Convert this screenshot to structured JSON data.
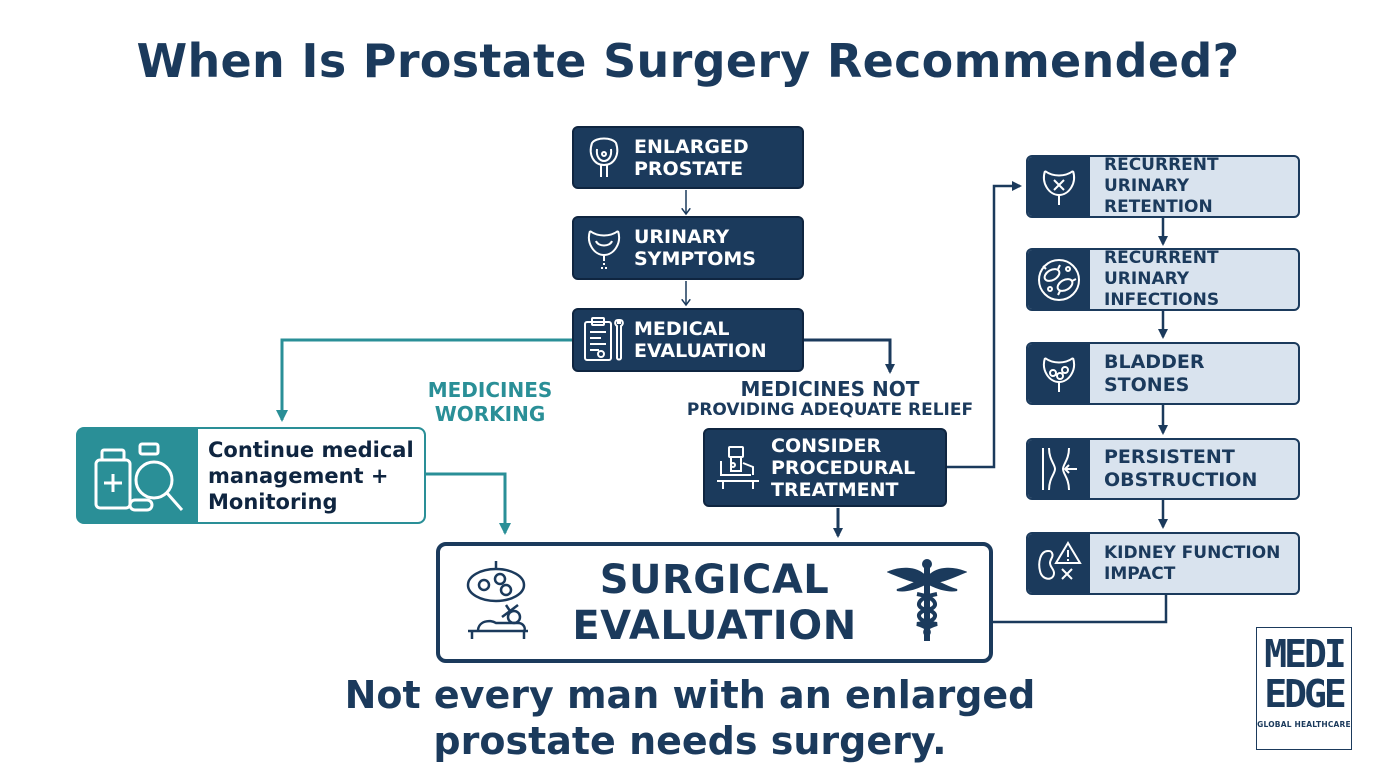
{
  "title": "When Is Prostate Surgery Recommended?",
  "colors": {
    "navy": "#1b3a5c",
    "teal": "#2a8f97",
    "light_panel": "#d9e3ee"
  },
  "center_chain": [
    {
      "label": "ENLARGED PROSTATE",
      "icon": "prostate-icon"
    },
    {
      "label": "URINARY SYMPTOMS",
      "icon": "bladder-icon"
    },
    {
      "label": "MEDICAL EVALUATION",
      "icon": "clipboard-icon"
    }
  ],
  "branch_working": {
    "label": "MEDICINES WORKING",
    "result": "Continue medical management + Monitoring",
    "icon": "medicine-bottle-icon"
  },
  "branch_not_working": {
    "label_line1": "MEDICINES NOT",
    "label_line2": "PROVIDING ADEQUATE RELIEF",
    "result": "CONSIDER PROCEDURAL TREATMENT",
    "icon": "procedure-icon"
  },
  "indications": [
    {
      "label": "RECURRENT URINARY RETENTION",
      "icon": "bladder-retention-icon"
    },
    {
      "label": "RECURRENT URINARY INFECTIONS",
      "icon": "bacteria-icon"
    },
    {
      "label": "BLADDER STONES",
      "icon": "bladder-stones-icon"
    },
    {
      "label": "PERSISTENT OBSTRUCTION",
      "icon": "obstruction-icon"
    },
    {
      "label": "KIDNEY FUNCTION IMPACT",
      "icon": "kidney-warning-icon"
    }
  ],
  "outcome": {
    "line1": "SURGICAL",
    "line2": "EVALUATION",
    "icon_left": "surgical-lamp-icon",
    "icon_right": "caduceus-icon"
  },
  "footer": {
    "line1": "Not every man with an enlarged",
    "line2": "prostate needs surgery."
  },
  "logo": {
    "line1": "MEDI",
    "line2": "EDGE",
    "tagline": "GLOBAL HEALTHCARE"
  }
}
